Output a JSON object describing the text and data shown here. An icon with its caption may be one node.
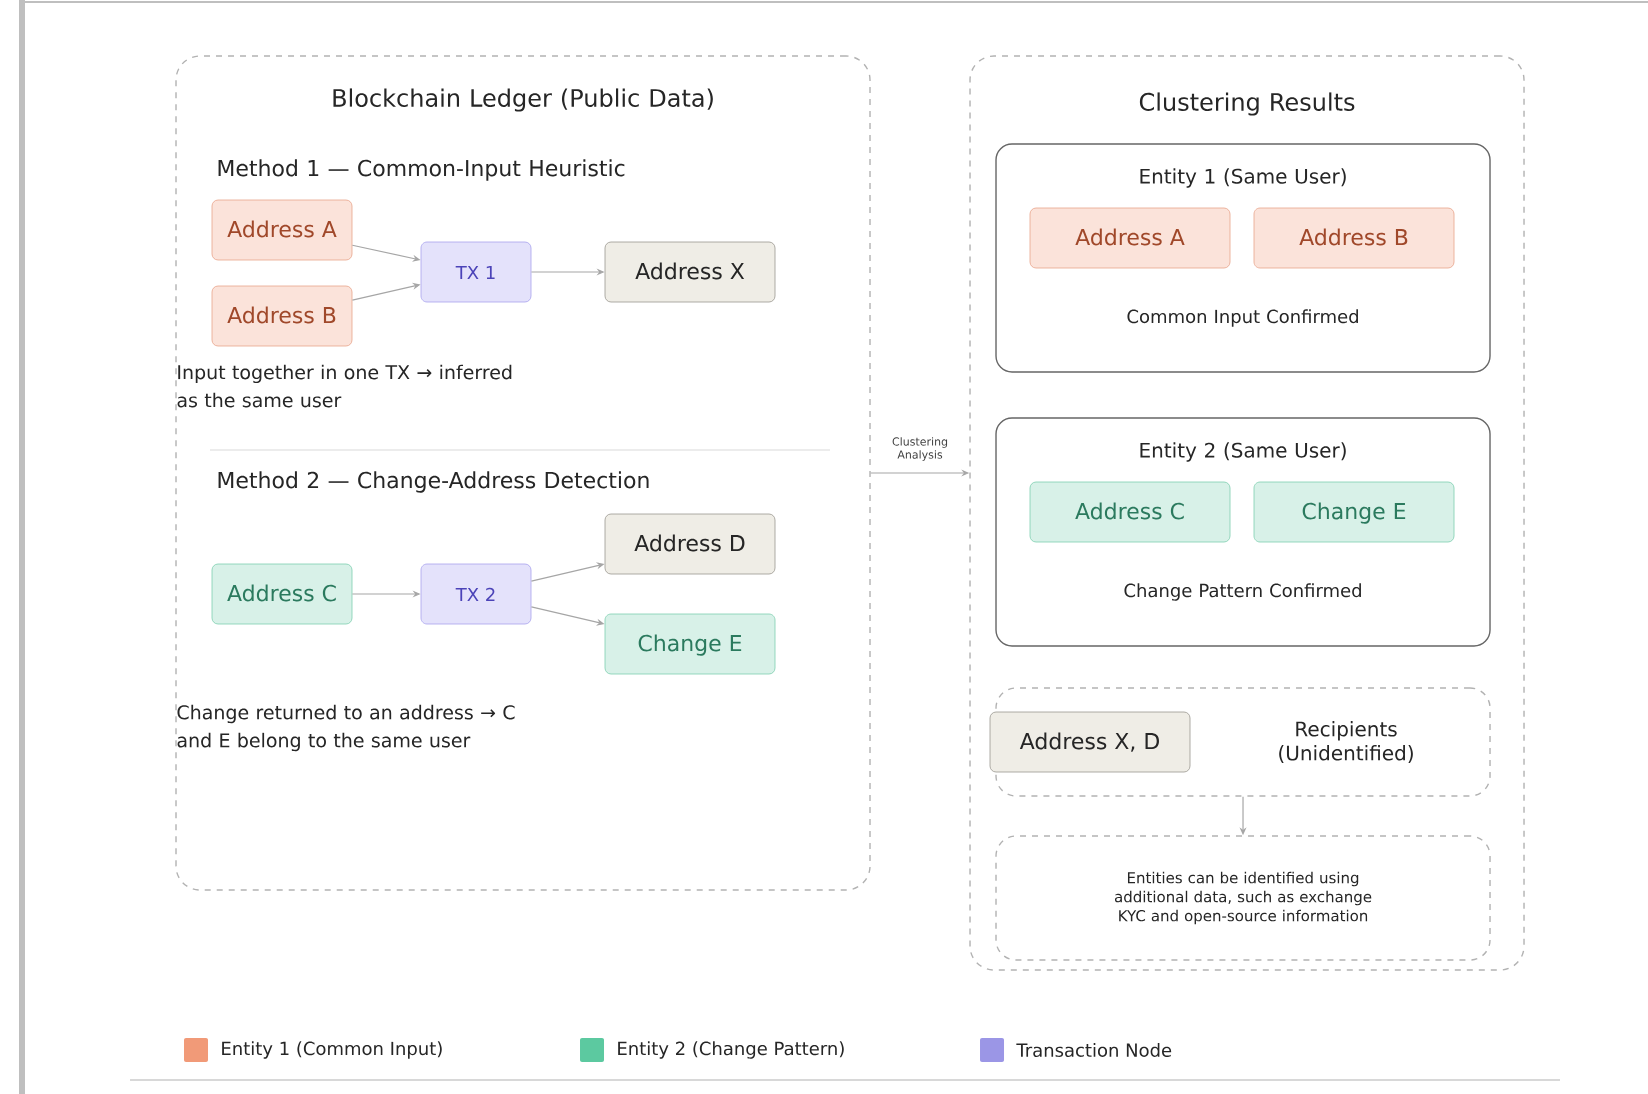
{
  "diagram": {
    "nodes": [
      {
        "text": [
          "Blockchain Ledger (Public Data)"
        ]
      },
      {
        "text": [
          "Address A"
        ],
        "in": 0
      },
      {
        "text": [
          "Address B"
        ],
        "in": 0
      },
      {
        "text": [
          "TX 1"
        ],
        "in": 0
      },
      {
        "text": [
          "Address X"
        ],
        "in": 0
      },
      {
        "text": [
          "Address C"
        ],
        "in": 0
      },
      {
        "text": [
          "TX 2"
        ],
        "in": 0
      },
      {
        "text": [
          "Address D"
        ],
        "in": 0
      },
      {
        "text": [
          "Change E"
        ],
        "in": 0
      },
      {
        "text": [
          "Clustering Results"
        ]
      },
      {
        "text": [
          "Entity 1 (Same User)",
          "Common Input Confirmed"
        ],
        "in": 9
      },
      {
        "text": [
          "Address A"
        ],
        "in": 10
      },
      {
        "text": [
          "Address B"
        ],
        "in": 10
      },
      {
        "text": [
          "Entity 2 (Same User)",
          "Change Pattern Confirmed"
        ],
        "in": 9
      },
      {
        "text": [
          "Address C"
        ],
        "in": 13
      },
      {
        "text": [
          "Change E"
        ],
        "in": 13
      },
      {
        "text": [
          "Recipients (Unidentified)"
        ],
        "in": 9
      },
      {
        "text": [
          "Address X, D"
        ],
        "in": 16
      },
      {
        "text": [
          "Entities can be identified using additional data, such as exchange KYC and open-source information"
        ],
        "in": 9
      }
    ],
    "edges": [
      {
        "from": 1,
        "to": 3,
        "arrow": "to"
      },
      {
        "from": 2,
        "to": 3,
        "arrow": "to"
      },
      {
        "from": 3,
        "to": 4,
        "arrow": "to"
      },
      {
        "from": 5,
        "to": 6,
        "arrow": "to"
      },
      {
        "from": 6,
        "to": 7,
        "arrow": "to"
      },
      {
        "from": 6,
        "to": 8,
        "arrow": "to"
      },
      {
        "from": 0,
        "to": 9,
        "arrow": "to",
        "label": "Clustering Analysis"
      },
      {
        "from": 16,
        "to": 18,
        "arrow": "to"
      }
    ],
    "labels": [
      "Method 1 — Common-Input Heuristic",
      "Input together in one TX → inferred as the same user",
      "Method 2 — Change-Address Detection",
      "Change returned to an address → C and E belong to the same user"
    ],
    "legend": [
      {
        "text": "Entity 1 (Common Input)",
        "color": "#f19a78"
      },
      {
        "text": "Entity 2 (Change Pattern)",
        "color": "#5cc9a0"
      },
      {
        "text": "Transaction Node",
        "color": "#9b96e6"
      }
    ]
  }
}
